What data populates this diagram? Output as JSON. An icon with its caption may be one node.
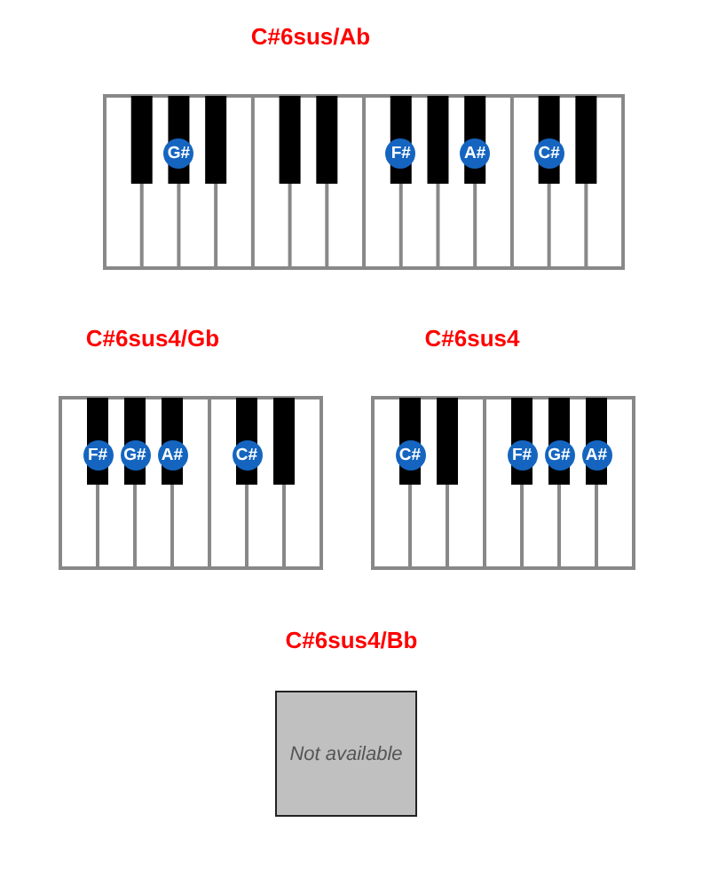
{
  "diagram": {
    "nodes": [
      {
        "text": [
          "C#6sus/Ab"
        ]
      },
      {
        "text": [
          "G#"
        ],
        "in": 0
      },
      {
        "text": [
          "F#"
        ],
        "in": 0
      },
      {
        "text": [
          "A#"
        ],
        "in": 0
      },
      {
        "text": [
          "C#"
        ],
        "in": 0
      },
      {
        "text": [
          "C#6sus4/Gb"
        ]
      },
      {
        "text": [
          "F#"
        ],
        "in": 5
      },
      {
        "text": [
          "G#"
        ],
        "in": 5
      },
      {
        "text": [
          "A#"
        ],
        "in": 5
      },
      {
        "text": [
          "C#"
        ],
        "in": 5
      },
      {
        "text": [
          "C#6sus4"
        ]
      },
      {
        "text": [
          "C#"
        ],
        "in": 10
      },
      {
        "text": [
          "F#"
        ],
        "in": 10
      },
      {
        "text": [
          "G#"
        ],
        "in": 10
      },
      {
        "text": [
          "A#"
        ],
        "in": 10
      },
      {
        "text": [
          "C#6sus4/Bb",
          "Not available"
        ]
      }
    ]
  }
}
